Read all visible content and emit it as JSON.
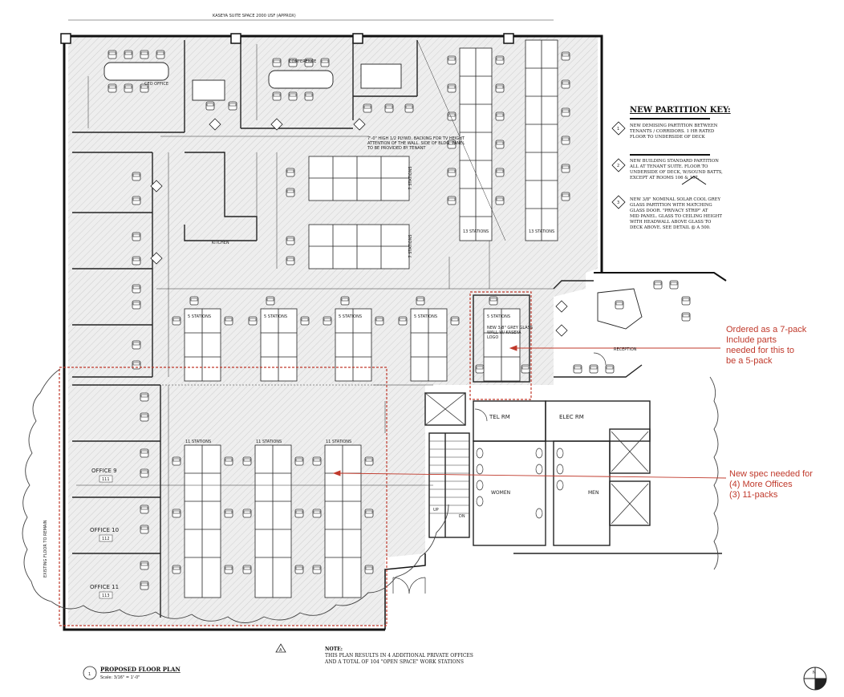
{
  "drawing": {
    "top_dimension_note": "KASEYA SUITE SPACE 2000 USF (APPROX)",
    "plan_title": "PROPOSED FLOOR PLAN",
    "plan_scale": "Scale: 3/16\" = 1'-0\"",
    "detail_number": "1",
    "north_label": "N",
    "note_heading": "NOTE:",
    "note_line1": "THIS PLAN RESULTS IN 4 ADDITIONAL PRIVATE OFFICES",
    "note_line2": "AND A TOTAL OF 104 \"OPEN SPACE\" WORK STATIONS",
    "side_note": "EXISTING FLOOR TO REMAIN",
    "revision_marker": "A"
  },
  "partition_key": {
    "title": "NEW PARTITION KEY:",
    "items": [
      {
        "marker": "1",
        "line1": "NEW DEMISING PARTITION BETWEEN",
        "line2": "TENANTS / CORRIDORS. 1 HR RATED",
        "line3": "FLOOR TO UNDERSIDE OF DECK"
      },
      {
        "marker": "2",
        "line1": "NEW BUILDING STANDARD PARTITION",
        "line2": "ALL AT TENANT SUITE. FLOOR TO",
        "line3": "UNDERSIDE OF DECK, W/SOUND BATTS,",
        "line4": "EXCEPT AT ROOMS 106 & 107."
      },
      {
        "marker": "3",
        "line1": "NEW 3/8\" NOMINAL SOLAR COOL GREY",
        "line2": "GLASS PARTITION WITH MATCHING",
        "line3": "GLASS DOOR. \"PRIVACY STRIP\" AT",
        "line4": "MID PANEL. GLASS TO CEILING HEIGHT",
        "line5": "WITH HEADWALL ABOVE GLASS TO",
        "line6": "DECK ABOVE. SEE DETAIL @ A 500."
      }
    ]
  },
  "stations": {
    "s13a": "13 STATIONS",
    "s13b": "13 STATIONS",
    "s7a": "7 STATIONS",
    "s7b": "7 STATIONS",
    "s5a": "5 STATIONS",
    "s5b": "5 STATIONS",
    "s5c": "5 STATIONS",
    "s5d": "5 STATIONS",
    "s5e": "5 STATIONS",
    "s11a": "11 STATIONS",
    "s11b": "11 STATIONS",
    "s11c": "11 STATIONS"
  },
  "rooms": {
    "tel": "TEL RM",
    "elec": "ELEC RM",
    "women": "WOMEN",
    "men": "MEN",
    "office9": "OFFICE 9",
    "office9_num": "111",
    "office10": "OFFICE 10",
    "office10_num": "112",
    "office11": "OFFICE 11",
    "office11_num": "113",
    "up": "UP",
    "dn": "DN",
    "glass_note_1": "NEW 3/8\" GREY GLASS",
    "glass_note_2": "WALL W/ KASEYA",
    "glass_note_3": "LOGO",
    "wall_note_1": "7'-0\" HIGH 1/2 PLYWD. BACKING FOR TV HEIGHT",
    "wall_note_2": "ATTENTION OF THE WALL. SIDE OF BLDG. PANEL",
    "wall_note_3": "TO BE PROVIDED BY TENANT",
    "reception": "RECEPTION",
    "conference": "CONFERENCE",
    "ceo_office": "CEO OFFICE",
    "kitchen": "KITCHEN"
  },
  "annotations": {
    "a1_line1": "Ordered as a 7-pack",
    "a1_line2": "Include parts",
    "a1_line3": "needed for this to",
    "a1_line4": "be a 5-pack",
    "a2_line1": "New spec needed for",
    "a2_line2": "(4) More Offices",
    "a2_line3": "(3) 11-packs"
  },
  "colors": {
    "annotation_red": "#c0392b",
    "line": "#222222",
    "hatch": "#d8d8d8"
  }
}
